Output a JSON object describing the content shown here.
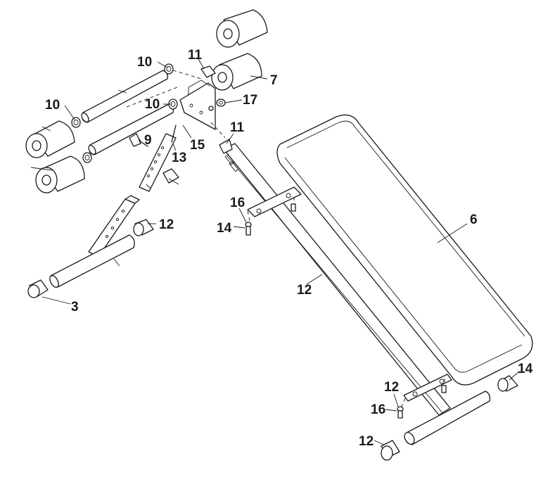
{
  "callouts": [
    "10",
    "11",
    "7",
    "10",
    "10",
    "17",
    "11",
    "9",
    "15",
    "13",
    "16",
    "14",
    "6",
    "12",
    "12",
    "3",
    "12",
    "16",
    "14",
    "12"
  ]
}
